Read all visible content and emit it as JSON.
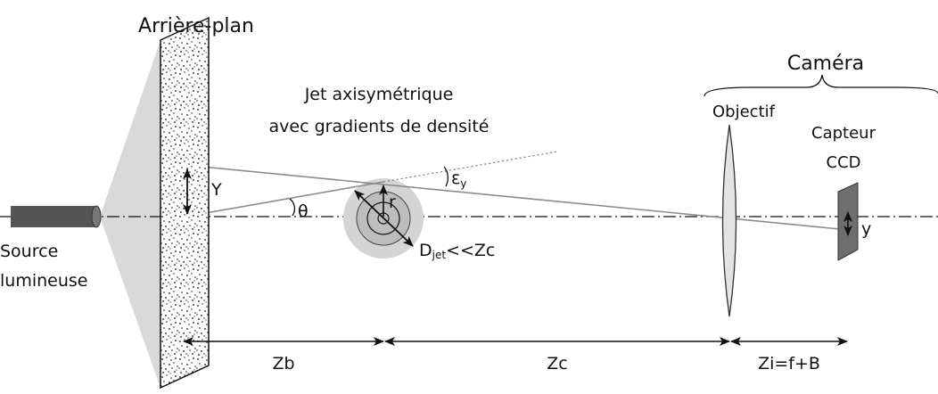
{
  "labels": {
    "background": "Arrière-plan",
    "camera": "Caméra",
    "jet_line1": "Jet axisymétrique",
    "jet_line2": "avec gradients de densité",
    "objective": "Objectif",
    "sensor_line1": "Capteur",
    "sensor_line2": "CCD",
    "source_line1": "Source",
    "source_line2": "lumineuse",
    "Y": "Y",
    "theta": "θ",
    "epsilon_main": "ε",
    "epsilon_sub": "y",
    "r": "r",
    "djet_main": "D",
    "djet_sub": "jet",
    "djet_rest": "<<Zc",
    "y_small": "y",
    "zb": "Zb",
    "zc": "Zc",
    "zi": "Zi=f+B"
  },
  "colors": {
    "ink": "#111111",
    "ray": "#8c8c8c",
    "cone": "#d9d9d9",
    "jet_outer": "#d4d4d4",
    "jet_inner": "#bdbdbd",
    "source": "#555555",
    "sensor": "#6e6e6e"
  }
}
